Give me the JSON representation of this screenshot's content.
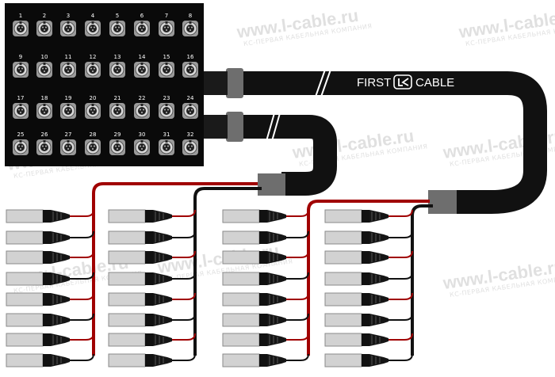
{
  "product": {
    "brand_left": "FIRST",
    "brand_right": "CABLE",
    "logo": "first-cable-logo"
  },
  "stagebox": {
    "jacks": [
      "1",
      "2",
      "3",
      "4",
      "5",
      "6",
      "7",
      "8",
      "9",
      "10",
      "11",
      "12",
      "13",
      "14",
      "15",
      "16",
      "17",
      "18",
      "19",
      "20",
      "21",
      "22",
      "23",
      "24",
      "25",
      "26",
      "27",
      "28",
      "29",
      "30",
      "31",
      "32"
    ],
    "connector": "xlr-female-jack"
  },
  "fan_out": {
    "groups": 4,
    "connectors_per_group": 8,
    "connector": "xlr-male-plug",
    "pair_colors": [
      "#a00000",
      "#111111"
    ]
  },
  "watermark": {
    "text": "www.l-cable.ru",
    "subtitle": "КС-ПЕРВАЯ КАБЕЛЬНАЯ КОМПАНИЯ"
  },
  "colors": {
    "cable": "#111111",
    "red_cable": "#a00000",
    "sleeve": "#6e6e6e",
    "plug_body": "#d2d2d2",
    "panel": "#0a0a0a"
  }
}
